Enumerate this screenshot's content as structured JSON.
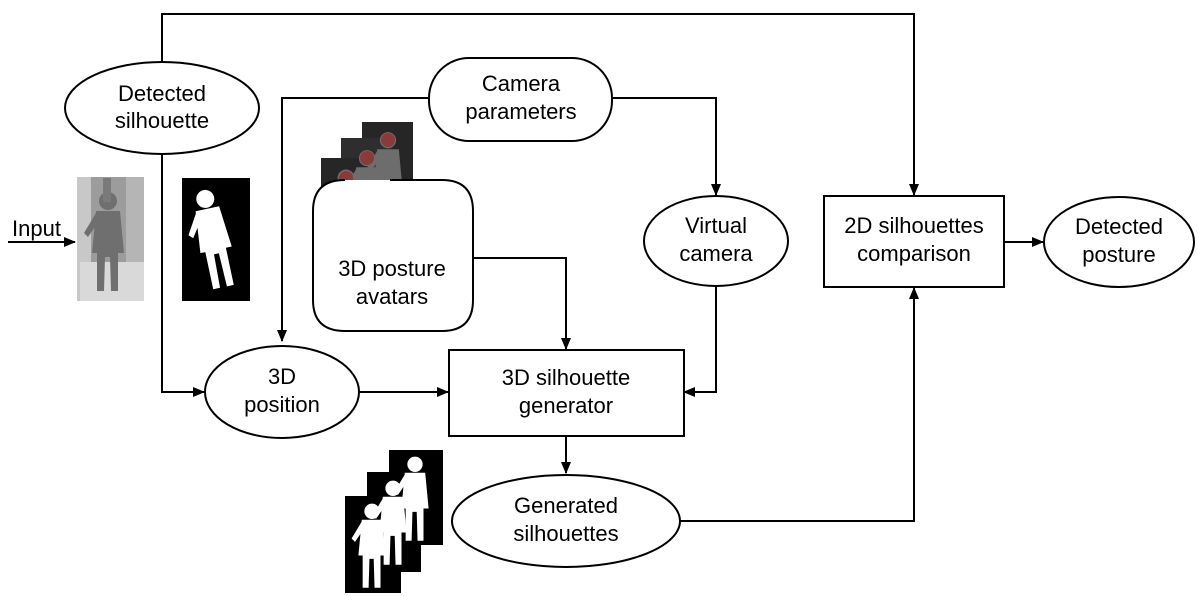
{
  "input_label": "Input",
  "nodes": {
    "detected_silhouette": [
      "Detected",
      "silhouette"
    ],
    "camera_parameters": [
      "Camera",
      "parameters"
    ],
    "posture_avatars": [
      "3D posture",
      "avatars"
    ],
    "virtual_camera": [
      "Virtual",
      "camera"
    ],
    "silhouettes_comparison": [
      "2D silhouettes",
      "comparison"
    ],
    "detected_posture": [
      "Detected",
      "posture"
    ],
    "position_3d": [
      "3D",
      "position"
    ],
    "silhouette_generator": [
      "3D silhouette",
      "generator"
    ],
    "generated_silhouettes": [
      "Generated",
      "silhouettes"
    ]
  },
  "images": {
    "input_photo": "photo of a person with a raised arm",
    "detected_mask": "white silhouette mask on black",
    "avatar_stack": "three rendered 3D avatar images",
    "generated_stack": "three generated white silhouette masks"
  },
  "colors": {
    "line": "#000000",
    "fill": "#ffffff"
  }
}
